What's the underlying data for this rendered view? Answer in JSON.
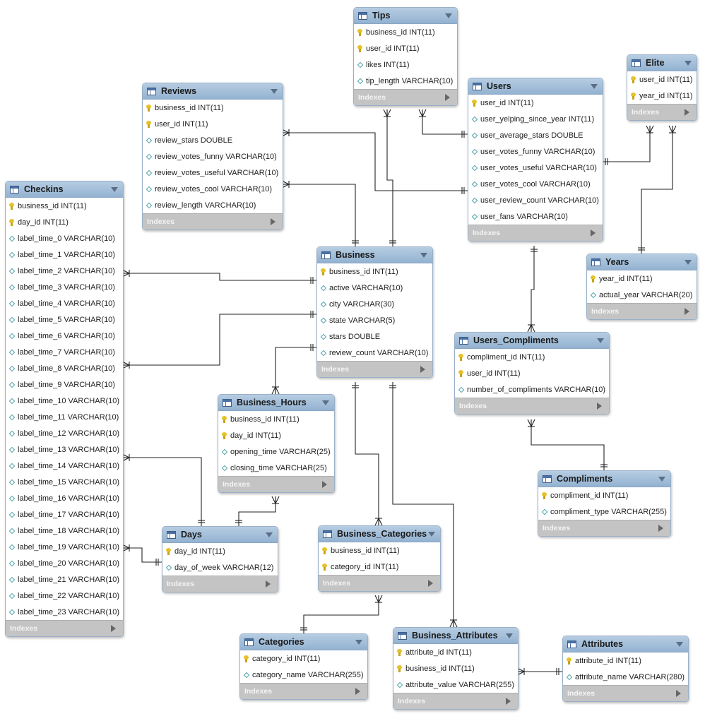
{
  "indexes_label": "Indexes",
  "tables": [
    {
      "id": "tips",
      "title": "Tips",
      "columns": [
        {
          "name": "business_id INT(11)",
          "key": true
        },
        {
          "name": "user_id INT(11)",
          "key": true
        },
        {
          "name": "likes INT(11)",
          "key": false
        },
        {
          "name": "tip_length VARCHAR(10)",
          "key": false
        }
      ]
    },
    {
      "id": "elite",
      "title": "Elite",
      "columns": [
        {
          "name": "user_id INT(11)",
          "key": true
        },
        {
          "name": "year_id INT(11)",
          "key": true
        }
      ]
    },
    {
      "id": "reviews",
      "title": "Reviews",
      "columns": [
        {
          "name": "business_id INT(11)",
          "key": true
        },
        {
          "name": "user_id INT(11)",
          "key": true
        },
        {
          "name": "review_stars DOUBLE",
          "key": false
        },
        {
          "name": "review_votes_funny VARCHAR(10)",
          "key": false
        },
        {
          "name": "review_votes_useful VARCHAR(10)",
          "key": false
        },
        {
          "name": "review_votes_cool VARCHAR(10)",
          "key": false
        },
        {
          "name": "review_length VARCHAR(10)",
          "key": false
        }
      ]
    },
    {
      "id": "users",
      "title": "Users",
      "columns": [
        {
          "name": "user_id INT(11)",
          "key": true
        },
        {
          "name": "user_yelping_since_year INT(11)",
          "key": false
        },
        {
          "name": "user_average_stars DOUBLE",
          "key": false
        },
        {
          "name": "user_votes_funny VARCHAR(10)",
          "key": false
        },
        {
          "name": "user_votes_useful VARCHAR(10)",
          "key": false
        },
        {
          "name": "user_votes_cool VARCHAR(10)",
          "key": false
        },
        {
          "name": "user_review_count VARCHAR(10)",
          "key": false
        },
        {
          "name": "user_fans VARCHAR(10)",
          "key": false
        }
      ]
    },
    {
      "id": "checkins",
      "title": "Checkins",
      "columns": [
        {
          "name": "business_id INT(11)",
          "key": true
        },
        {
          "name": "day_id INT(11)",
          "key": true
        },
        {
          "name": "label_time_0 VARCHAR(10)",
          "key": false
        },
        {
          "name": "label_time_1 VARCHAR(10)",
          "key": false
        },
        {
          "name": "label_time_2 VARCHAR(10)",
          "key": false
        },
        {
          "name": "label_time_3 VARCHAR(10)",
          "key": false
        },
        {
          "name": "label_time_4 VARCHAR(10)",
          "key": false
        },
        {
          "name": "label_time_5 VARCHAR(10)",
          "key": false
        },
        {
          "name": "label_time_6 VARCHAR(10)",
          "key": false
        },
        {
          "name": "label_time_7 VARCHAR(10)",
          "key": false
        },
        {
          "name": "label_time_8 VARCHAR(10)",
          "key": false
        },
        {
          "name": "label_time_9 VARCHAR(10)",
          "key": false
        },
        {
          "name": "label_time_10 VARCHAR(10)",
          "key": false
        },
        {
          "name": "label_time_11 VARCHAR(10)",
          "key": false
        },
        {
          "name": "label_time_12 VARCHAR(10)",
          "key": false
        },
        {
          "name": "label_time_13 VARCHAR(10)",
          "key": false
        },
        {
          "name": "label_time_14 VARCHAR(10)",
          "key": false
        },
        {
          "name": "label_time_15 VARCHAR(10)",
          "key": false
        },
        {
          "name": "label_time_16 VARCHAR(10)",
          "key": false
        },
        {
          "name": "label_time_17 VARCHAR(10)",
          "key": false
        },
        {
          "name": "label_time_18 VARCHAR(10)",
          "key": false
        },
        {
          "name": "label_time_19 VARCHAR(10)",
          "key": false
        },
        {
          "name": "label_time_20 VARCHAR(10)",
          "key": false
        },
        {
          "name": "label_time_21 VARCHAR(10)",
          "key": false
        },
        {
          "name": "label_time_22 VARCHAR(10)",
          "key": false
        },
        {
          "name": "label_time_23 VARCHAR(10)",
          "key": false
        }
      ]
    },
    {
      "id": "business",
      "title": "Business",
      "columns": [
        {
          "name": "business_id INT(11)",
          "key": true
        },
        {
          "name": "active VARCHAR(10)",
          "key": false
        },
        {
          "name": "city VARCHAR(30)",
          "key": false
        },
        {
          "name": "state VARCHAR(5)",
          "key": false
        },
        {
          "name": "stars DOUBLE",
          "key": false
        },
        {
          "name": "review_count VARCHAR(10)",
          "key": false
        }
      ]
    },
    {
      "id": "years",
      "title": "Years",
      "columns": [
        {
          "name": "year_id INT(11)",
          "key": true
        },
        {
          "name": "actual_year VARCHAR(20)",
          "key": false
        }
      ]
    },
    {
      "id": "users_compliments",
      "title": "Users_Compliments",
      "columns": [
        {
          "name": "compliment_id INT(11)",
          "key": true
        },
        {
          "name": "user_id INT(11)",
          "key": true
        },
        {
          "name": "number_of_compliments VARCHAR(10)",
          "key": false
        }
      ]
    },
    {
      "id": "business_hours",
      "title": "Business_Hours",
      "columns": [
        {
          "name": "business_id INT(11)",
          "key": true
        },
        {
          "name": "day_id INT(11)",
          "key": true
        },
        {
          "name": "opening_time VARCHAR(25)",
          "key": false
        },
        {
          "name": "closing_time VARCHAR(25)",
          "key": false
        }
      ]
    },
    {
      "id": "compliments",
      "title": "Compliments",
      "columns": [
        {
          "name": "compliment_id INT(11)",
          "key": true
        },
        {
          "name": "compliment_type VARCHAR(255)",
          "key": false
        }
      ]
    },
    {
      "id": "days",
      "title": "Days",
      "columns": [
        {
          "name": "day_id INT(11)",
          "key": true
        },
        {
          "name": "day_of_week VARCHAR(12)",
          "key": false
        }
      ]
    },
    {
      "id": "business_categories",
      "title": "Business_Categories",
      "columns": [
        {
          "name": "business_id INT(11)",
          "key": true
        },
        {
          "name": "category_id INT(11)",
          "key": true
        }
      ]
    },
    {
      "id": "categories",
      "title": "Categories",
      "columns": [
        {
          "name": "category_id INT(11)",
          "key": true
        },
        {
          "name": "category_name VARCHAR(255)",
          "key": false
        }
      ]
    },
    {
      "id": "business_attributes",
      "title": "Business_Attributes",
      "columns": [
        {
          "name": "attribute_id INT(11)",
          "key": true
        },
        {
          "name": "business_id INT(11)",
          "key": true
        },
        {
          "name": "attribute_value VARCHAR(255)",
          "key": false
        }
      ]
    },
    {
      "id": "attributes",
      "title": "Attributes",
      "columns": [
        {
          "name": "attribute_id INT(11)",
          "key": true
        },
        {
          "name": "attribute_name VARCHAR(280)",
          "key": false
        }
      ]
    }
  ]
}
